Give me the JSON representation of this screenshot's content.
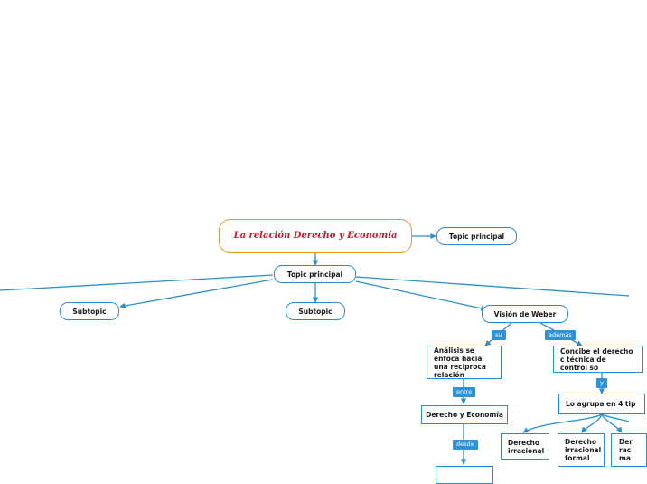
{
  "root": {
    "title": "La relación Derecho y Economía"
  },
  "nodes": {
    "root_sibling": "Topic principal",
    "main": "Topic principal",
    "subtopic_left": "Subtopic",
    "subtopic_center": "Subtopic",
    "weber": "Visión de Weber",
    "analisis": "Análisis se enfoca hacia una reciproca relación",
    "derecho_economia": "Derecho y Economía",
    "concibe": "Concibe el derecho c técnica de control so",
    "agrupa": "Lo agrupa en 4 tip",
    "irracional": "Derecho irracional",
    "irracional_formal": "Derecho irracional formal",
    "racional_mat": "Der rac ma"
  },
  "tags": {
    "su": "su",
    "ademas": "además",
    "entre": "entre",
    "desde": "desde",
    "y": "y"
  },
  "colors": {
    "connector": "#2a8fd0",
    "tag_bg": "#2a93da",
    "root_border": "#f39228",
    "root_text": "#c4192a"
  }
}
